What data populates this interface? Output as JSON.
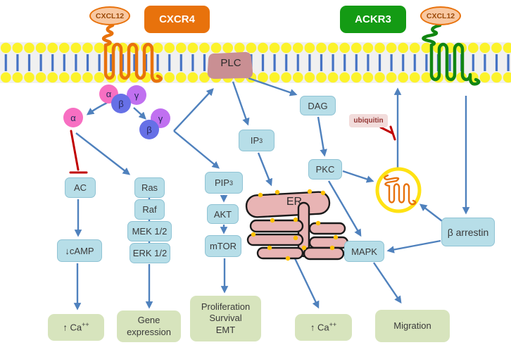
{
  "ligands": {
    "left": "CXCL12",
    "right": "CXCL12"
  },
  "receptors": {
    "left": "CXCR4",
    "right": "ACKR3"
  },
  "g_protein": {
    "alpha": "α",
    "beta": "β",
    "gamma": "γ"
  },
  "enzymes": {
    "plc": "PLC",
    "dag": "DAG",
    "ip3_base": "IP",
    "ip3_sub": "3",
    "pip3_base": "PIP",
    "pip3_sub": "3",
    "akt": "AKT",
    "mtor": "mTOR",
    "ac": "AC",
    "camp": "↓cAMP",
    "ras": "Ras",
    "raf": "Raf",
    "mek": "MEK 1/2",
    "erk": "ERK 1/2",
    "pkc": "PKC",
    "mapk": "MAPK",
    "beta_arrestin": "β arrestin",
    "ubiquitin": "ubiquitin",
    "er": "ER"
  },
  "outcomes": {
    "ca_left_base": "↑ Ca",
    "ca_left_sup": "++",
    "gene_expression": "Gene expression",
    "proliferation_lines": [
      "Proliferation",
      "Survival",
      "EMT"
    ],
    "ca_right_base": "↑ Ca",
    "ca_right_sup": "++",
    "migration": "Migration"
  },
  "colors": {
    "arrow": "#4F81BD",
    "inhibit": "#C00000",
    "node-bg": "#B7DEE8",
    "node-border": "#8FC3D4",
    "result-bg": "#D7E4BD",
    "text": "#3A3A3A",
    "cxcr4": "#E8720C",
    "ackr3": "#149B14",
    "ligand-bg": "#F8C8A2",
    "ligand-border": "#E8720C",
    "ligand-text": "#9C4A08",
    "plc": "#C98F93",
    "er-fill": "#E8B4B4",
    "er-dot": "#FFC000",
    "membrane-head": "#FCF32B",
    "membrane-tail": "#4472C4",
    "membrane-bg": "#F0F0F0",
    "receptor-left": "#E8720C",
    "receptor-right": "#118611",
    "g-alpha": "#F76FC2",
    "g-beta": "#6670E6",
    "g-gamma": "#C070F0",
    "endosome-ring": "#FFE213",
    "ubiquitin-bg": "#F2DCDB",
    "ubiquitin-text": "#943634"
  }
}
